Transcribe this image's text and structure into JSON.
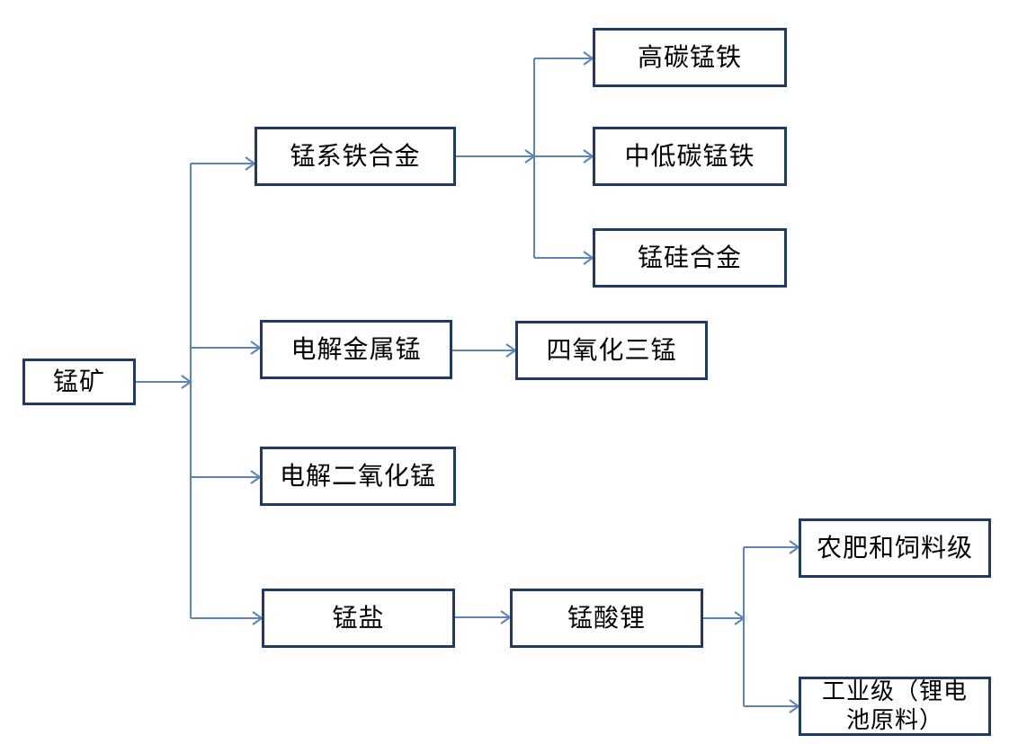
{
  "nodes": {
    "manganese_ore": "锰矿",
    "manganese_iron_alloy": "锰系铁合金",
    "high_carbon_ferromanganese": "高碳锰铁",
    "medium_low_carbon_ferromanganese": "中低碳锰铁",
    "silicomanganese": "锰硅合金",
    "electrolytic_manganese_metal": "电解金属锰",
    "trimanganese_tetroxide": "四氧化三锰",
    "electrolytic_manganese_dioxide": "电解二氧化锰",
    "manganese_salt": "锰盐",
    "lithium_manganate": "锰酸锂",
    "fertilizer_feed_grade": "农肥和饲料级",
    "industrial_grade_line1": "工业级（锂电",
    "industrial_grade_line2": "池原料）"
  },
  "colors": {
    "box_border": "#1f3b63",
    "connector": "#5b84b8",
    "background": "#ffffff",
    "text": "#000000"
  }
}
